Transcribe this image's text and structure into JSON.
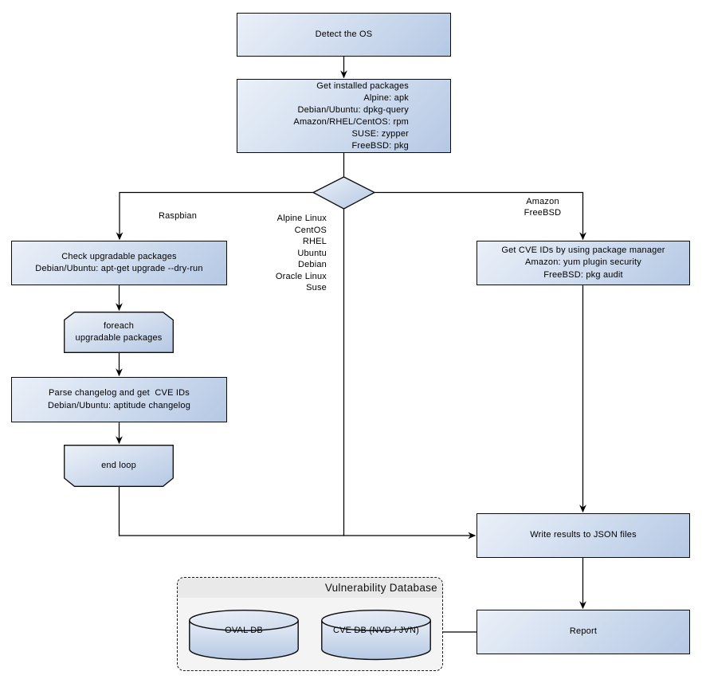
{
  "colors": {
    "node_fill_light": "#ebf0f8",
    "node_fill_mid": "#d3dff0",
    "node_fill_dark": "#b5c8e4",
    "node_border": "#0b0b0b",
    "line": "#000000",
    "db_header_bg": "#e9e9e9",
    "db_body_bg": "#f4f4f4",
    "background": "#ffffff"
  },
  "nodes": {
    "detect_os": {
      "label": "Detect the OS"
    },
    "get_installed": {
      "lines": [
        "Get installed packages",
        "Alpine: apk",
        "Debian/Ubuntu: dpkg-query",
        "Amazon/RHEL/CentOS: rpm",
        "SUSE: zypper",
        "FreeBSD: pkg"
      ]
    },
    "check_upgradable": {
      "lines": [
        "Check upgradable packages",
        "Debian/Ubuntu: apt-get upgrade --dry-run"
      ]
    },
    "foreach_loop": {
      "lines": [
        "foreach",
        "upgradable  packages"
      ]
    },
    "parse_changelog": {
      "lines": [
        "Parse changelog and get  CVE IDs",
        "Debian/Ubuntu: aptitude changelog"
      ]
    },
    "end_loop": {
      "label": "end loop"
    },
    "get_cve_pkg_mgr": {
      "lines": [
        "Get CVE IDs by using package manager",
        "Amazon: yum plugin security",
        "FreeBSD: pkg audit"
      ]
    },
    "write_results": {
      "label": "Write results to JSON files"
    },
    "report": {
      "label": "Report"
    }
  },
  "edge_labels": {
    "raspbian": "Raspbian",
    "os_list": [
      "Alpine Linux",
      "CentOS",
      "RHEL",
      "Ubuntu",
      "Debian",
      "Oracle Linux",
      "Suse"
    ],
    "amazon_freebsd": [
      "Amazon",
      "FreeBSD"
    ]
  },
  "database": {
    "title": "Vulnerability Database",
    "cylinders": [
      {
        "label": "OVAL DB"
      },
      {
        "label": "CVE DB (NVD / JVN)"
      }
    ]
  }
}
